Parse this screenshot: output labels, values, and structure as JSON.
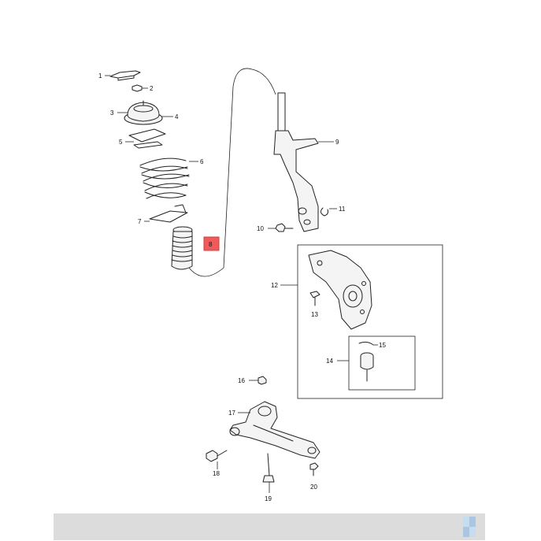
{
  "diagram": {
    "callouts": {
      "c1": "1",
      "c2": "2",
      "c3": "3",
      "c4": "4",
      "c5": "5",
      "c6": "6",
      "c7": "7",
      "c8": "8",
      "c9": "9",
      "c10": "10",
      "c11": "11",
      "c12": "12",
      "c13": "13",
      "c14": "14",
      "c15": "15",
      "c16": "16",
      "c17": "17",
      "c18": "18",
      "c19": "19",
      "c20": "20"
    },
    "highlighted_callout": "c8"
  },
  "colors": {
    "line": "#222222",
    "highlight_fill": "#f05a5a",
    "highlight_border": "#d23c3c",
    "footer_bar": "#dcdcdc",
    "thumb_light": "#c7dcef",
    "thumb_mid": "#a9c7e2"
  }
}
